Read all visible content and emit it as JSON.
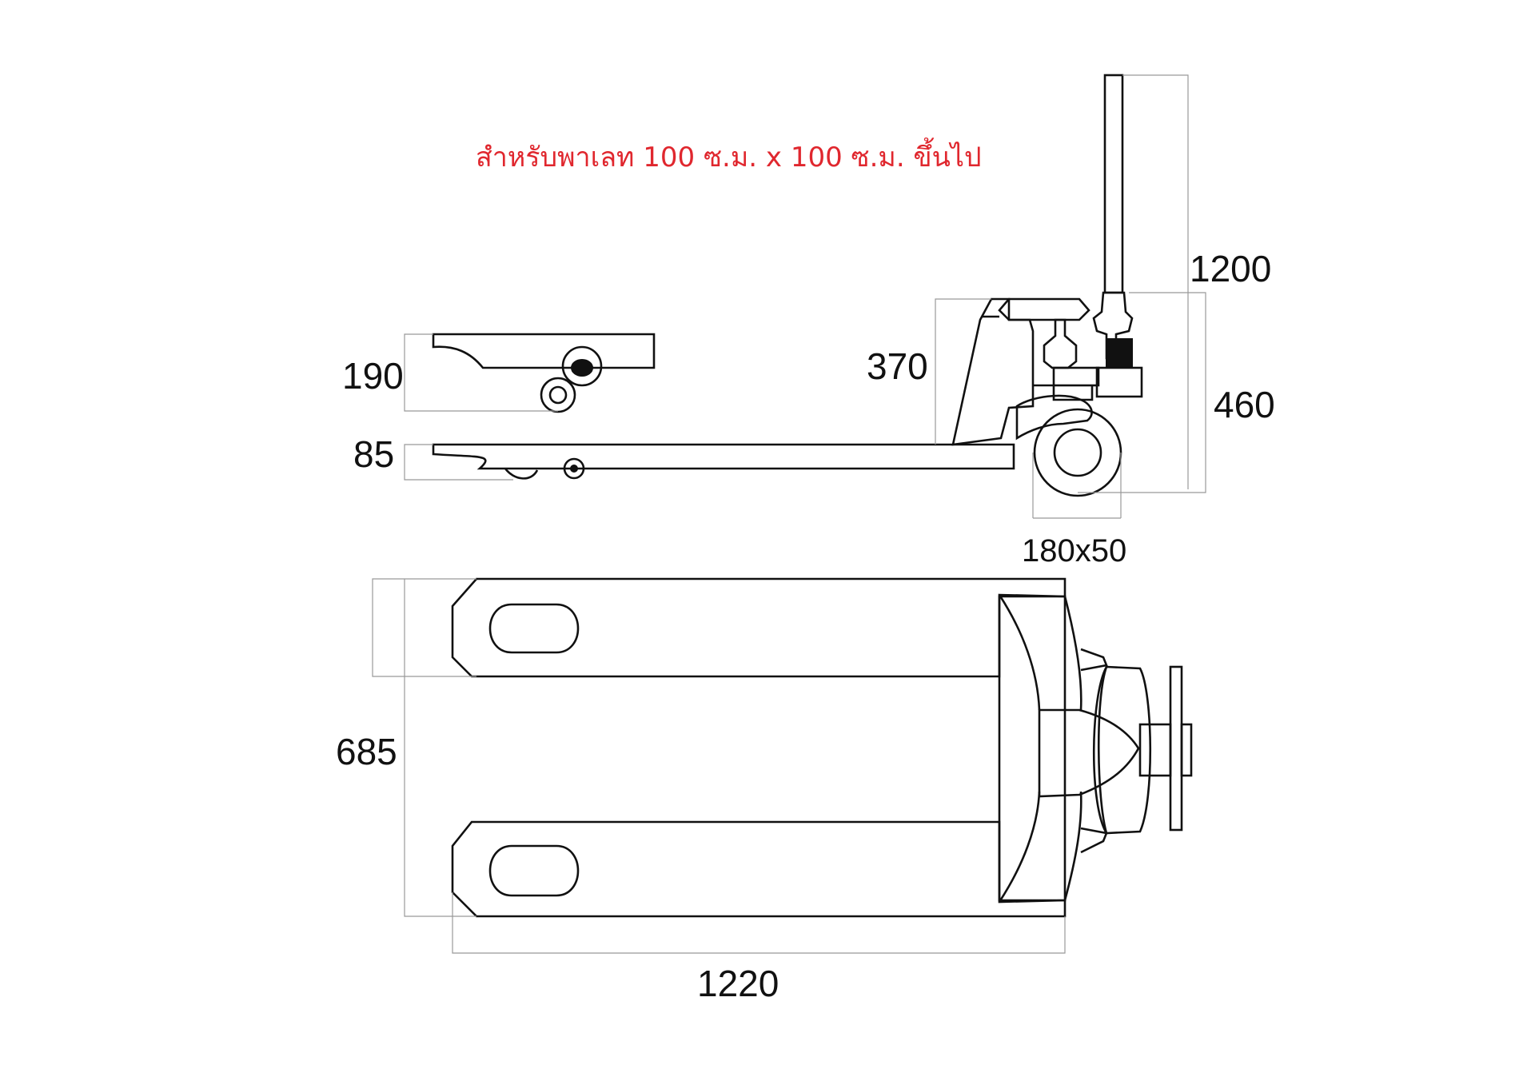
{
  "caption": "สำหรับพาเลท 100 ซ.ม. x 100 ซ.ม. ขึ้นไป",
  "dimensions": {
    "handle_height": "1200",
    "body_height": "370",
    "total_height": "460",
    "fork_raised": "190",
    "fork_lowered": "85",
    "wheel_size": "180x50",
    "overall_width": "685",
    "fork_length": "1220"
  },
  "colors": {
    "caption": "#e0272e",
    "lines": "#111111"
  }
}
